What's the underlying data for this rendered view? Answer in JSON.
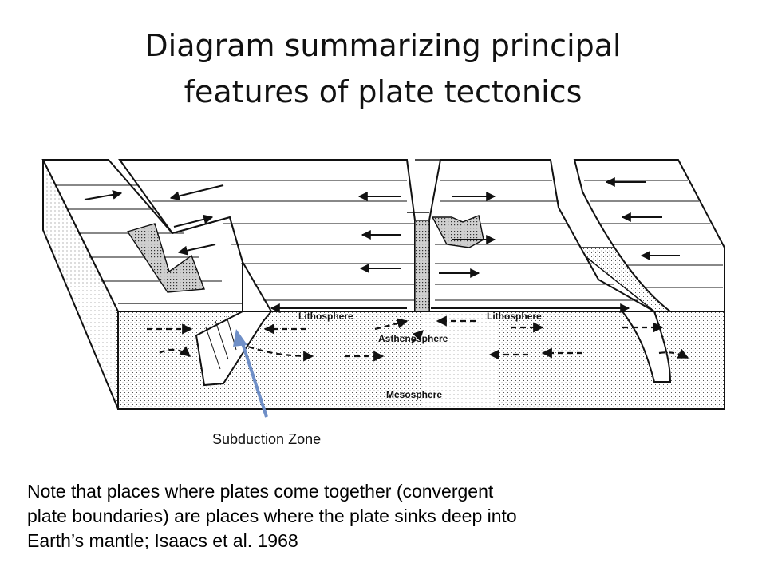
{
  "title": {
    "line1": "Diagram summarizing principal",
    "line2": "features of plate tectonics"
  },
  "diagram": {
    "labels": {
      "lithosphere_left": "Lithosphere",
      "lithosphere_right": "Lithosphere",
      "asthenosphere": "Asthenosphere",
      "mesosphere": "Mesosphere"
    }
  },
  "callout": {
    "label": "Subduction Zone",
    "arrow_color": "#6f8fc7"
  },
  "note": {
    "line1": "Note that places where plates come together (convergent",
    "line2": "plate boundaries) are places where the plate sinks deep into",
    "line3": "Earth’s mantle; Isaacs et al. 1968"
  }
}
